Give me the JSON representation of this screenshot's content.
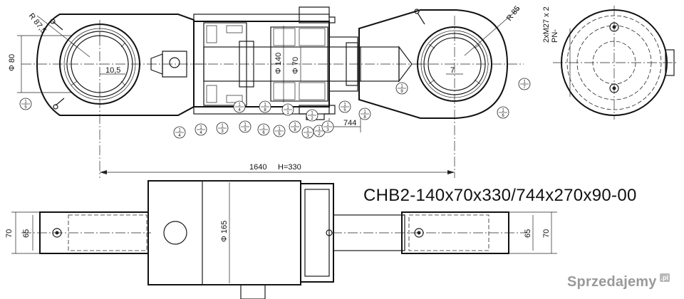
{
  "title": "CHB2-140x70x330/744x270x90-00",
  "dimensions": {
    "r_left": "R 87,5",
    "r_right": "R 85",
    "dia_80": "Φ 80",
    "d_10_5": "10,5",
    "dia_140": "Φ 140",
    "dia_70": "Φ 70",
    "d_7": "7",
    "d_744": "744",
    "d_1640": "1640",
    "h_330": "H=330",
    "thread": "2xM27 x 2",
    "pn": "PN-",
    "dia_165": "Φ 165",
    "d_70_left": "70",
    "d_65_left": "65",
    "d_65_right": "65",
    "d_70_right": "70"
  },
  "callouts": [
    {
      "id": "c1",
      "top": "1",
      "bottom": "5"
    },
    {
      "id": "c2",
      "top": "1",
      "bottom": "4"
    },
    {
      "id": "c3",
      "top": "1",
      "bottom": "4"
    },
    {
      "id": "c4",
      "top": "1",
      "bottom": "3"
    },
    {
      "id": "c5",
      "top": "1",
      "bottom": "3"
    },
    {
      "id": "c6",
      "top": "1",
      "bottom": "6"
    },
    {
      "id": "c7",
      "top": "1",
      "bottom": "5"
    },
    {
      "id": "c8",
      "top": "1",
      "bottom": "8"
    },
    {
      "id": "c9",
      "top": "1",
      "bottom": "3"
    },
    {
      "id": "c10",
      "top": "1",
      "bottom": "2"
    },
    {
      "id": "c11",
      "top": "1",
      "bottom": "5"
    },
    {
      "id": "c12",
      "top": "1",
      "bottom": "8"
    },
    {
      "id": "c13",
      "top": "1",
      "bottom": "9"
    },
    {
      "id": "c14",
      "top": "1",
      "bottom": "6"
    },
    {
      "id": "c15",
      "top": "1",
      "bottom": "7"
    },
    {
      "id": "c16",
      "top": "1",
      "bottom": "2"
    },
    {
      "id": "c17",
      "top": "1",
      "bottom": "3"
    },
    {
      "id": "c18",
      "top": "1",
      "bottom": "1"
    },
    {
      "id": "c19",
      "top": "1",
      "bottom": "4"
    },
    {
      "id": "c20",
      "top": "1",
      "bottom": "8"
    }
  ],
  "watermark": {
    "text": "Sprzedajemy",
    "badge": ".pl"
  }
}
